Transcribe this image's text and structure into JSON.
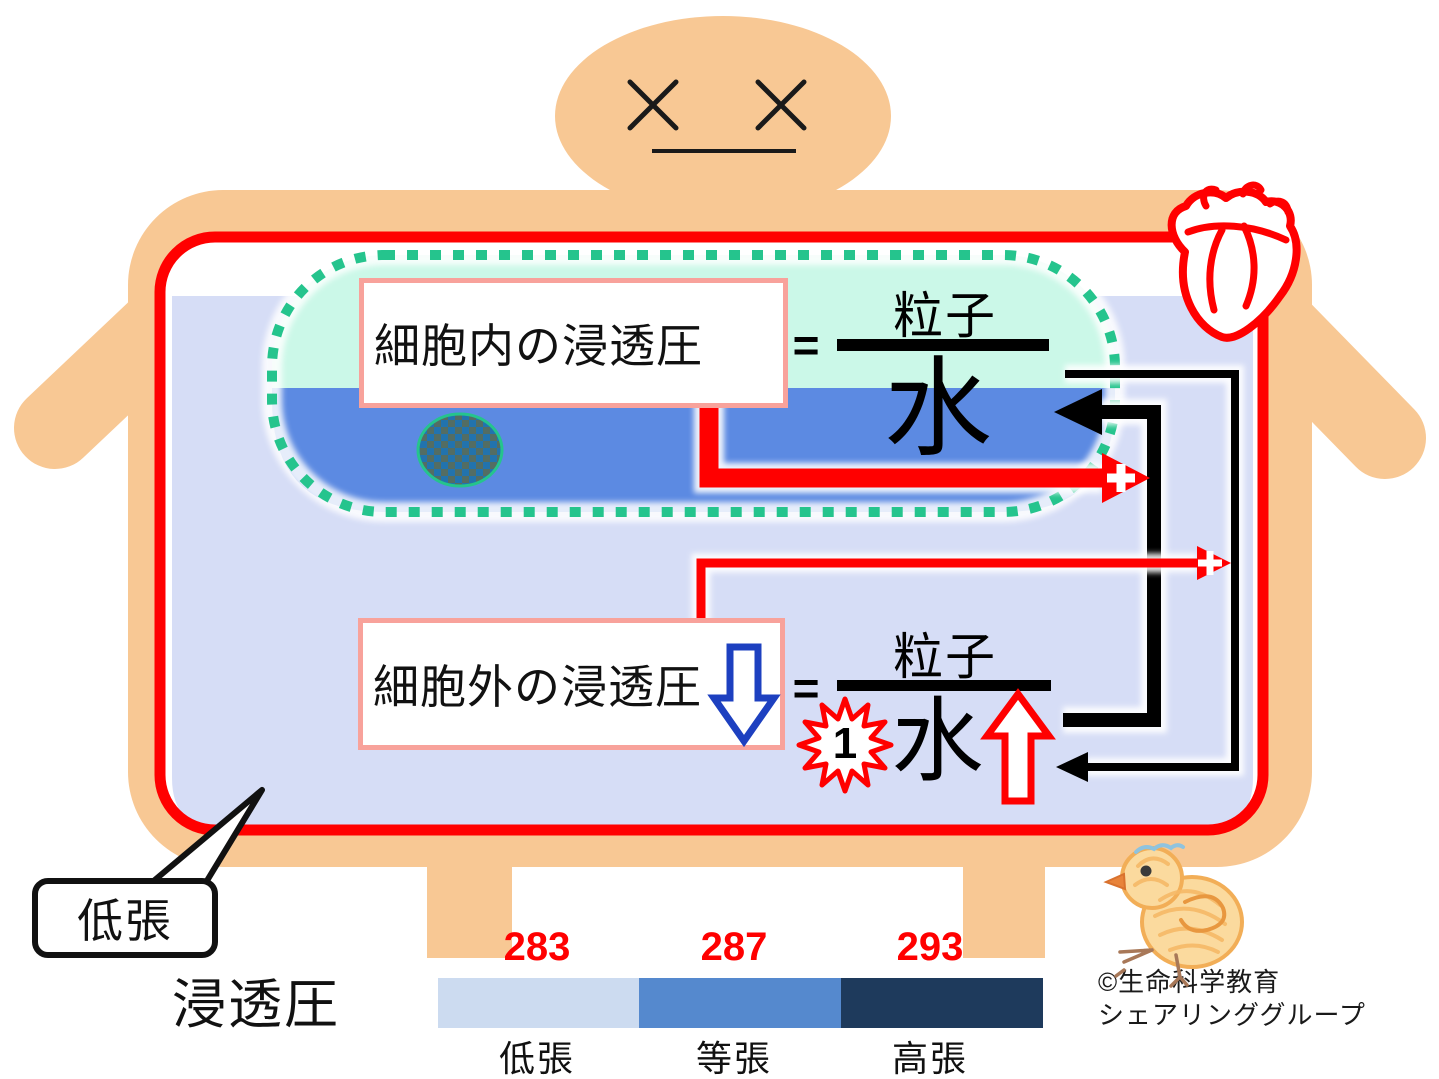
{
  "intracellular": {
    "label": "細胞内の浸透圧",
    "equals": "=",
    "numerator": "粒子",
    "denominator": "水"
  },
  "extracellular": {
    "label": "細胞外の浸透圧",
    "equals": "=",
    "numerator": "粒子",
    "denominator": "水",
    "badge": "1"
  },
  "bubble": {
    "text": "低張"
  },
  "legend": {
    "title": "浸透圧",
    "items": [
      {
        "value": "283",
        "label": "低張",
        "color": "#CCDBF0"
      },
      {
        "value": "287",
        "label": "等張",
        "color": "#5589CE"
      },
      {
        "value": "293",
        "label": "高張",
        "color": "#1E3A5C"
      }
    ],
    "value_color": "#FF0000"
  },
  "credit": {
    "line1": "©生命科学教育",
    "line2": "シェアリンググループ"
  },
  "colors": {
    "skin": "#F8C894",
    "extracellular_fluid": "#D6DDF6",
    "cell_top": "#CBF8E8",
    "cell_bottom": "#5C8AE2",
    "membrane_dots": "#25C48D",
    "vessel_red": "#FF0000",
    "box_border": "#F8A29B",
    "down_arrow_blue": "#1D40C0"
  },
  "icons": {
    "heart": "heart-icon",
    "chick": "chick-icon",
    "x_eyes": "x-eyes-icon",
    "plus_on_arrows": "plus-icon",
    "down_arrow": "down-arrow-icon",
    "up_arrow": "up-arrow-icon",
    "starburst": "starburst-icon"
  }
}
